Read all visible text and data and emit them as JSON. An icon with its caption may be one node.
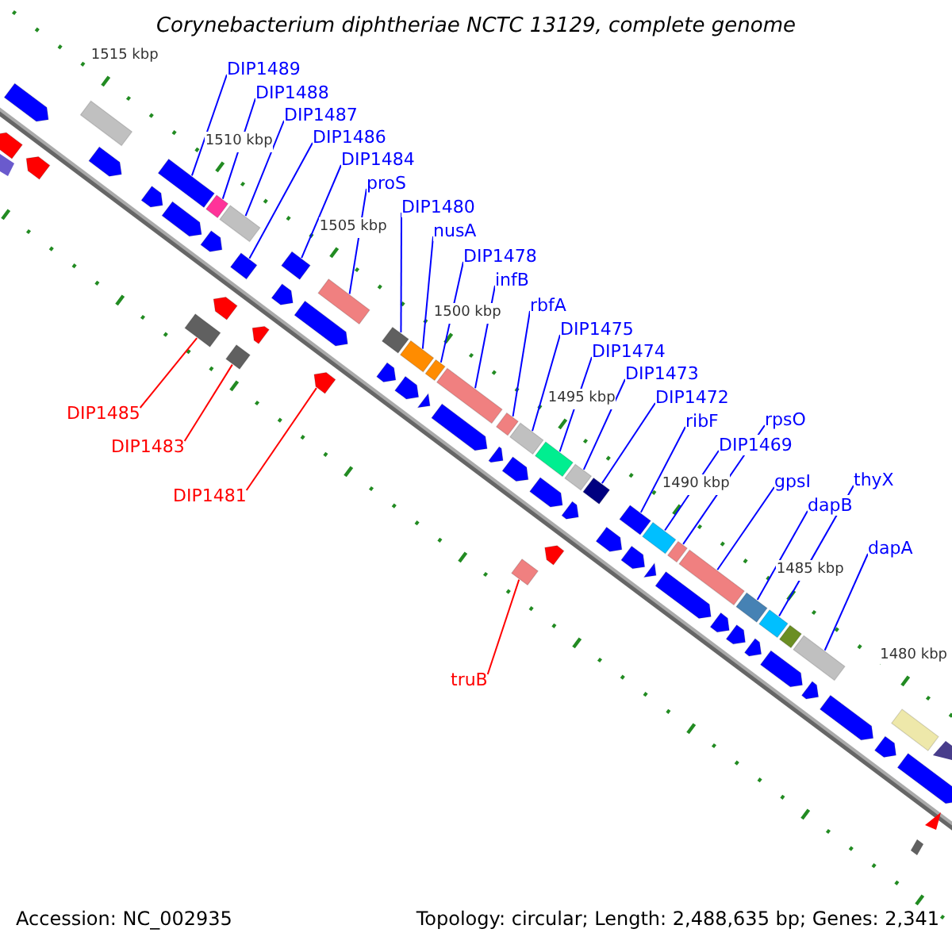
{
  "diagram": {
    "title": "Corynebacterium diphtheriae NCTC 13129, complete genome",
    "nodes": [
      {
        "text": [
          "DIP1489"
        ]
      },
      {
        "text": [
          "DIP1488"
        ]
      },
      {
        "text": [
          "DIP1487"
        ]
      },
      {
        "text": [
          "DIP1486"
        ]
      },
      {
        "text": [
          "DIP1485"
        ]
      },
      {
        "text": [
          "DIP1484"
        ]
      },
      {
        "text": [
          "DIP1483"
        ]
      },
      {
        "text": [
          "proS"
        ]
      },
      {
        "text": [
          "DIP1481"
        ]
      },
      {
        "text": [
          "DIP1480"
        ]
      },
      {
        "text": [
          "nusA"
        ]
      },
      {
        "text": [
          "DIP1478"
        ]
      },
      {
        "text": [
          "infB"
        ]
      },
      {
        "text": [
          "rbfA"
        ]
      },
      {
        "text": [
          "DIP1475"
        ]
      },
      {
        "text": [
          "DIP1474"
        ]
      },
      {
        "text": [
          "DIP1473"
        ]
      },
      {
        "text": [
          "DIP1472"
        ]
      },
      {
        "text": [
          "truB"
        ]
      },
      {
        "text": [
          "ribF"
        ]
      },
      {
        "text": [
          "DIP1469"
        ]
      },
      {
        "text": [
          "rpsO"
        ]
      },
      {
        "text": [
          "gpsI"
        ]
      },
      {
        "text": [
          "dapB"
        ]
      },
      {
        "text": [
          "thyX"
        ]
      },
      {
        "text": [
          "dapA"
        ]
      },
      {
        "text": [],
        "shape": "bar"
      },
      {
        "text": [],
        "shape": "bar"
      },
      {
        "text": [],
        "shape": "bar"
      },
      {
        "text": [],
        "shape": "bar"
      },
      {
        "text": [],
        "shape": "bar"
      },
      {
        "text": [],
        "shape": "bar"
      },
      {
        "text": [],
        "shape": "bar"
      },
      {
        "text": [],
        "shape": "bar"
      },
      {
        "text": [],
        "shape": "bar"
      },
      {
        "text": [],
        "shape": "bar"
      },
      {
        "text": [],
        "shape": "bar"
      },
      {
        "text": [],
        "shape": "bar"
      },
      {
        "text": [],
        "shape": "bar"
      },
      {
        "text": [],
        "shape": "bar"
      },
      {
        "text": [],
        "shape": "bar"
      },
      {
        "text": [],
        "shape": "bar"
      },
      {
        "text": [],
        "shape": "bar"
      },
      {
        "text": [],
        "shape": "bar"
      },
      {
        "text": [],
        "shape": "bar"
      },
      {
        "text": [],
        "shape": "bar"
      },
      {
        "text": [],
        "shape": "bar"
      },
      {
        "text": [],
        "shape": "bar"
      },
      {
        "text": [],
        "shape": "bar"
      },
      {
        "text": [],
        "shape": "bar"
      },
      {
        "text": [],
        "shape": "bar"
      },
      {
        "text": [],
        "shape": "bar"
      },
      {
        "text": [],
        "shape": "bar"
      },
      {
        "text": [],
        "shape": "bar"
      },
      {
        "text": [],
        "shape": "bar"
      },
      {
        "text": [],
        "shape": "bar"
      },
      {
        "text": [],
        "shape": "bar"
      },
      {
        "text": [],
        "shape": "bar"
      },
      {
        "text": [],
        "shape": "bar"
      },
      {
        "text": [],
        "shape": "bar"
      },
      {
        "text": [],
        "shape": "bar"
      },
      {
        "text": [],
        "shape": "bar"
      },
      {
        "text": [],
        "shape": "bar"
      },
      {
        "text": [],
        "shape": "bar"
      },
      {
        "text": [],
        "shape": "bar"
      },
      {
        "text": [],
        "shape": "bar"
      },
      {
        "text": [],
        "shape": "bar"
      },
      {
        "text": [],
        "shape": "bar"
      },
      {
        "text": [],
        "shape": "bar"
      },
      {
        "text": [],
        "shape": "bar"
      },
      {
        "text": [],
        "shape": "bar"
      },
      {
        "text": [],
        "shape": "bar"
      },
      {
        "text": [],
        "shape": "bar"
      },
      {
        "text": [],
        "shape": "bar"
      },
      {
        "text": [],
        "shape": "bar"
      },
      {
        "text": [],
        "shape": "bar"
      },
      {
        "text": [],
        "shape": "bar"
      },
      {
        "text": [],
        "shape": "bar"
      },
      {
        "text": [],
        "shape": "bar"
      },
      {
        "text": [],
        "shape": "bar"
      },
      {
        "text": [],
        "shape": "bar"
      },
      {
        "text": [],
        "shape": "bar"
      },
      {
        "text": [],
        "shape": "bar"
      },
      {
        "text": [],
        "shape": "bar"
      },
      {
        "text": [],
        "shape": "bar"
      },
      {
        "text": [],
        "shape": "bar"
      },
      {
        "text": [],
        "shape": "bar"
      },
      {
        "text": [],
        "shape": "bar"
      },
      {
        "text": [],
        "shape": "bar"
      },
      {
        "text": [],
        "shape": "bar"
      },
      {
        "text": [],
        "shape": "bar"
      }
    ],
    "edges": [
      {
        "from": 0,
        "to": 26,
        "arrow": "none"
      },
      {
        "from": 1,
        "to": 27,
        "arrow": "none"
      },
      {
        "from": 2,
        "to": 28,
        "arrow": "none"
      },
      {
        "from": 3,
        "to": 29,
        "arrow": "none"
      },
      {
        "from": 4,
        "to": 30,
        "arrow": "none",
        "color": "#ff0000"
      },
      {
        "from": 5,
        "to": 31,
        "arrow": "none"
      },
      {
        "from": 6,
        "to": 32,
        "arrow": "none",
        "color": "#ff0000"
      },
      {
        "from": 7,
        "to": 33,
        "arrow": "none"
      },
      {
        "from": 8,
        "to": 34,
        "arrow": "none",
        "color": "#ff0000"
      },
      {
        "from": 9,
        "to": 35,
        "arrow": "none"
      },
      {
        "from": 10,
        "to": 36,
        "arrow": "none"
      },
      {
        "from": 11,
        "to": 37,
        "arrow": "none"
      },
      {
        "from": 12,
        "to": 38,
        "arrow": "none"
      },
      {
        "from": 13,
        "to": 39,
        "arrow": "none"
      },
      {
        "from": 14,
        "to": 40,
        "arrow": "none"
      },
      {
        "from": 15,
        "to": 41,
        "arrow": "none"
      },
      {
        "from": 16,
        "to": 42,
        "arrow": "none"
      },
      {
        "from": 17,
        "to": 43,
        "arrow": "none"
      },
      {
        "from": 18,
        "to": 44,
        "arrow": "none",
        "color": "#ff0000"
      },
      {
        "from": 19,
        "to": 45,
        "arrow": "none"
      },
      {
        "from": 20,
        "to": 46,
        "arrow": "none"
      },
      {
        "from": 21,
        "to": 47,
        "arrow": "none"
      },
      {
        "from": 22,
        "to": 48,
        "arrow": "none"
      },
      {
        "from": 23,
        "to": 49,
        "arrow": "none"
      },
      {
        "from": 24,
        "to": 50,
        "arrow": "none"
      },
      {
        "from": 25,
        "to": 51,
        "arrow": "none"
      }
    ],
    "labels": [
      "1515 kbp",
      "1510 kbp",
      "1505 kbp",
      "1500 kbp",
      "1495 kbp",
      "1490 kbp",
      "1485 kbp",
      "1480 kbp",
      "Accession: NC_002935",
      "Topology: circular; Length: 2,488,635 bp; Genes: 2,341"
    ]
  }
}
